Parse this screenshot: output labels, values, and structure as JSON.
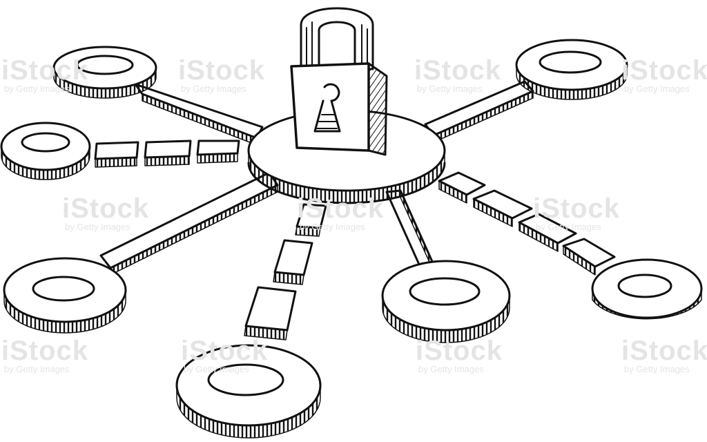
{
  "illustration": {
    "subject_icon": "padlock-icon",
    "hub_icon": "hub-disc",
    "node_icon": "ring-node",
    "stroke_color": "#111111",
    "fill_color": "#ffffff"
  },
  "watermark": {
    "brand": "iStock",
    "credit": "by Getty Images"
  }
}
